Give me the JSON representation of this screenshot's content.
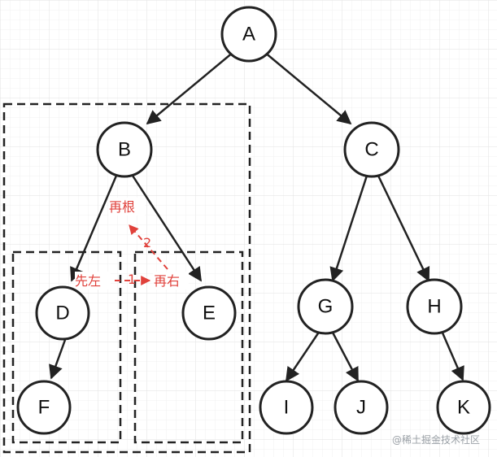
{
  "nodes": {
    "A": "A",
    "B": "B",
    "C": "C",
    "D": "D",
    "E": "E",
    "F": "F",
    "G": "G",
    "H": "H",
    "I": "I",
    "J": "J",
    "K": "K"
  },
  "annotations": {
    "step1_left": "先左",
    "step1_num": "1",
    "step1_right": "再右",
    "step2_num": "2",
    "step2_root": "再根"
  },
  "watermark": "@稀土掘金技术社区",
  "colors": {
    "line": "#222222",
    "accent_red": "#e0413b",
    "grid": "#ececec"
  }
}
